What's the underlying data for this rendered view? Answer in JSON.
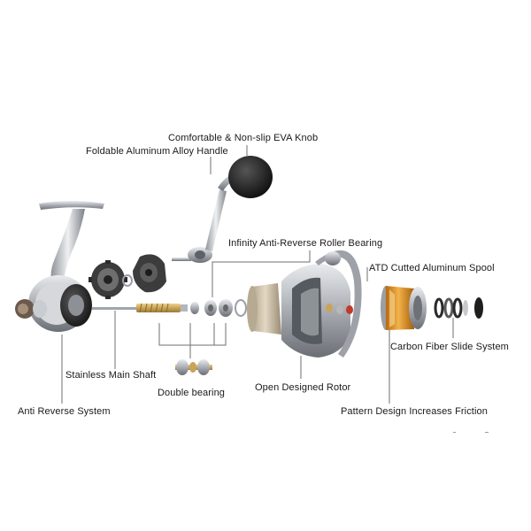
{
  "labels": {
    "eva_knob": "Comfortable & Non-slip EVA Knob",
    "handle": "Foldable Aluminum Alloy Handle",
    "roller_bearing": "Infinity Anti-Reverse Roller Bearing",
    "spool": "ATD Cutted Aluminum Spool",
    "slide_system": "Carbon Fiber Slide System",
    "main_shaft": "Stainless Main Shaft",
    "double_bearing": "Double bearing",
    "rotor": "Open Designed Rotor",
    "anti_reverse": "Anti Reverse System",
    "friction": "Pattern Design Increases Friction"
  },
  "colors": {
    "line": "#6f6f6f",
    "text": "#1a1a1a",
    "silver": "#b9bcc0",
    "dark": "#2a2a2a",
    "gold": "#d98a1c",
    "brass": "#c9a35a",
    "champagne": "#c8b9a0"
  }
}
